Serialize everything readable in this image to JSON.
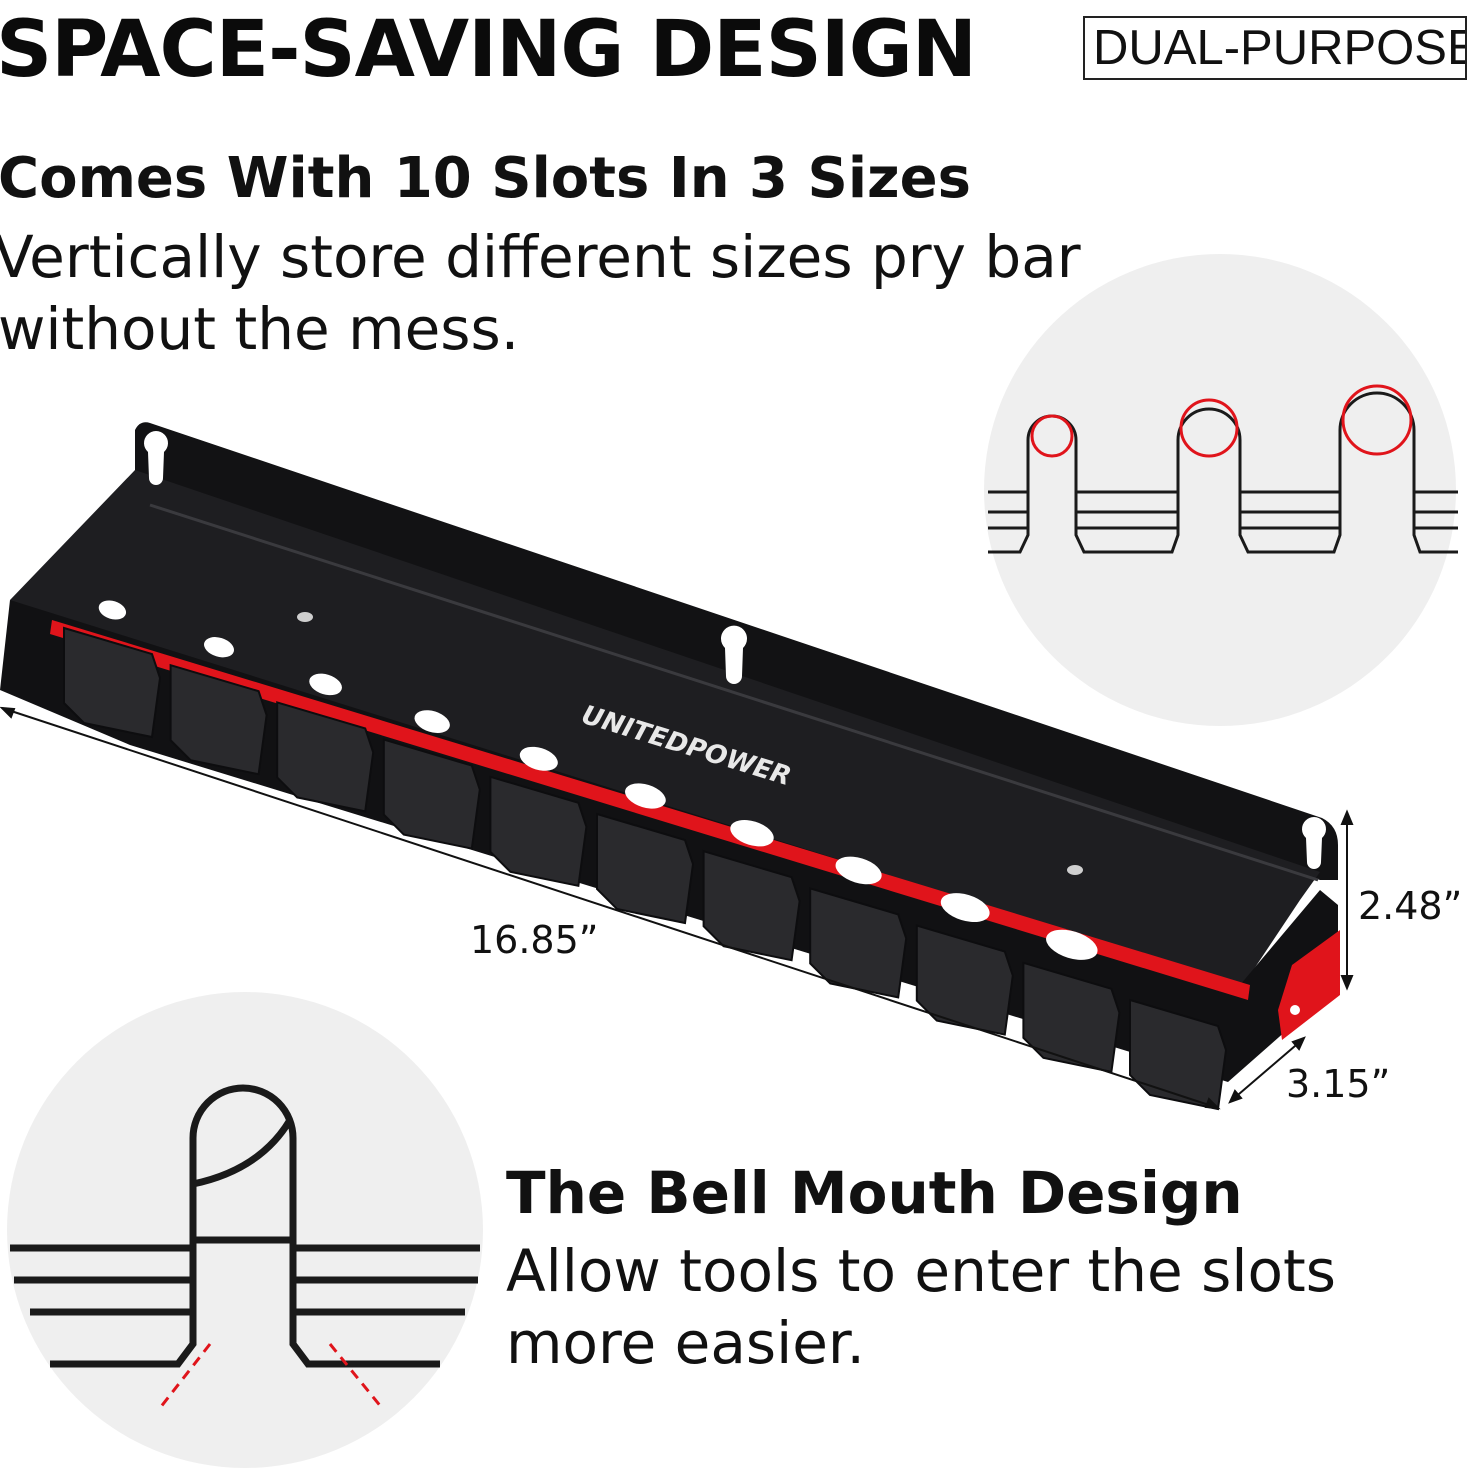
{
  "header": {
    "title": "SPACE-SAVING DESIGN",
    "badge": "DUAL-PURPOSE"
  },
  "slots_section": {
    "heading": "Comes With 10 Slots In 3 Sizes",
    "body_line1": "Vertically store different sizes pry bar",
    "body_line2": "without the mess."
  },
  "product": {
    "brand_logo": "UNITEDPOWER",
    "slot_count": 10,
    "colors": {
      "body": "#1c1c1e",
      "accent": "#e0141b",
      "background": "#ffffff",
      "circle": "#efefef"
    }
  },
  "dimensions": {
    "length": "16.85”",
    "height": "2.48”",
    "depth": "3.15”"
  },
  "bell_section": {
    "heading": "The Bell Mouth Design",
    "body_line1": "Allow tools to enter the slots",
    "body_line2": "more easier."
  }
}
